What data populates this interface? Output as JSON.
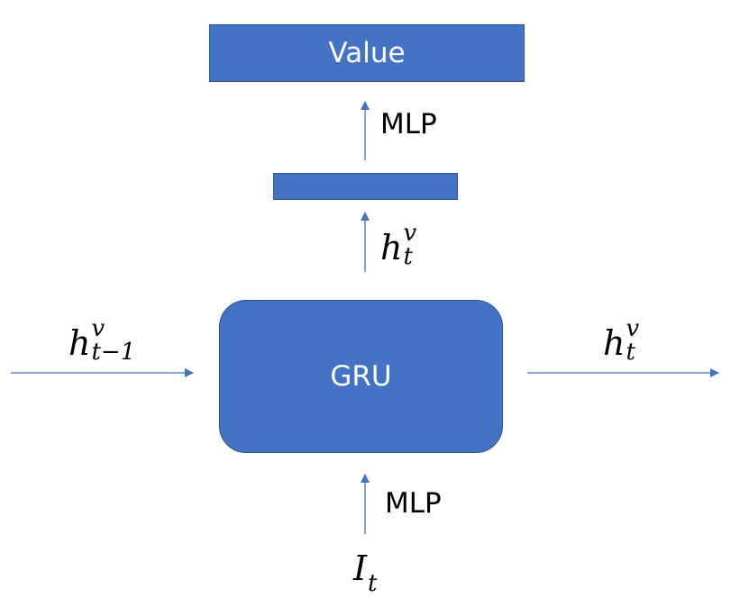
{
  "diagram": {
    "value_box": {
      "label": "Value"
    },
    "gru_box": {
      "label": "GRU"
    },
    "mlp_top": {
      "label": "MLP"
    },
    "mlp_bottom": {
      "label": "MLP"
    },
    "hidden_up": {
      "base": "h",
      "sup": "v",
      "sub": "t"
    },
    "hidden_in": {
      "base": "h",
      "sup": "v",
      "sub": "t−1"
    },
    "hidden_out": {
      "base": "h",
      "sup": "v",
      "sub": "t"
    },
    "input": {
      "base": "I",
      "sub": "t"
    },
    "colors": {
      "box_fill": "#4472c4",
      "box_border": "#2f528f",
      "arrow": "#4472c4",
      "text_on_box": "#ffffff"
    }
  }
}
